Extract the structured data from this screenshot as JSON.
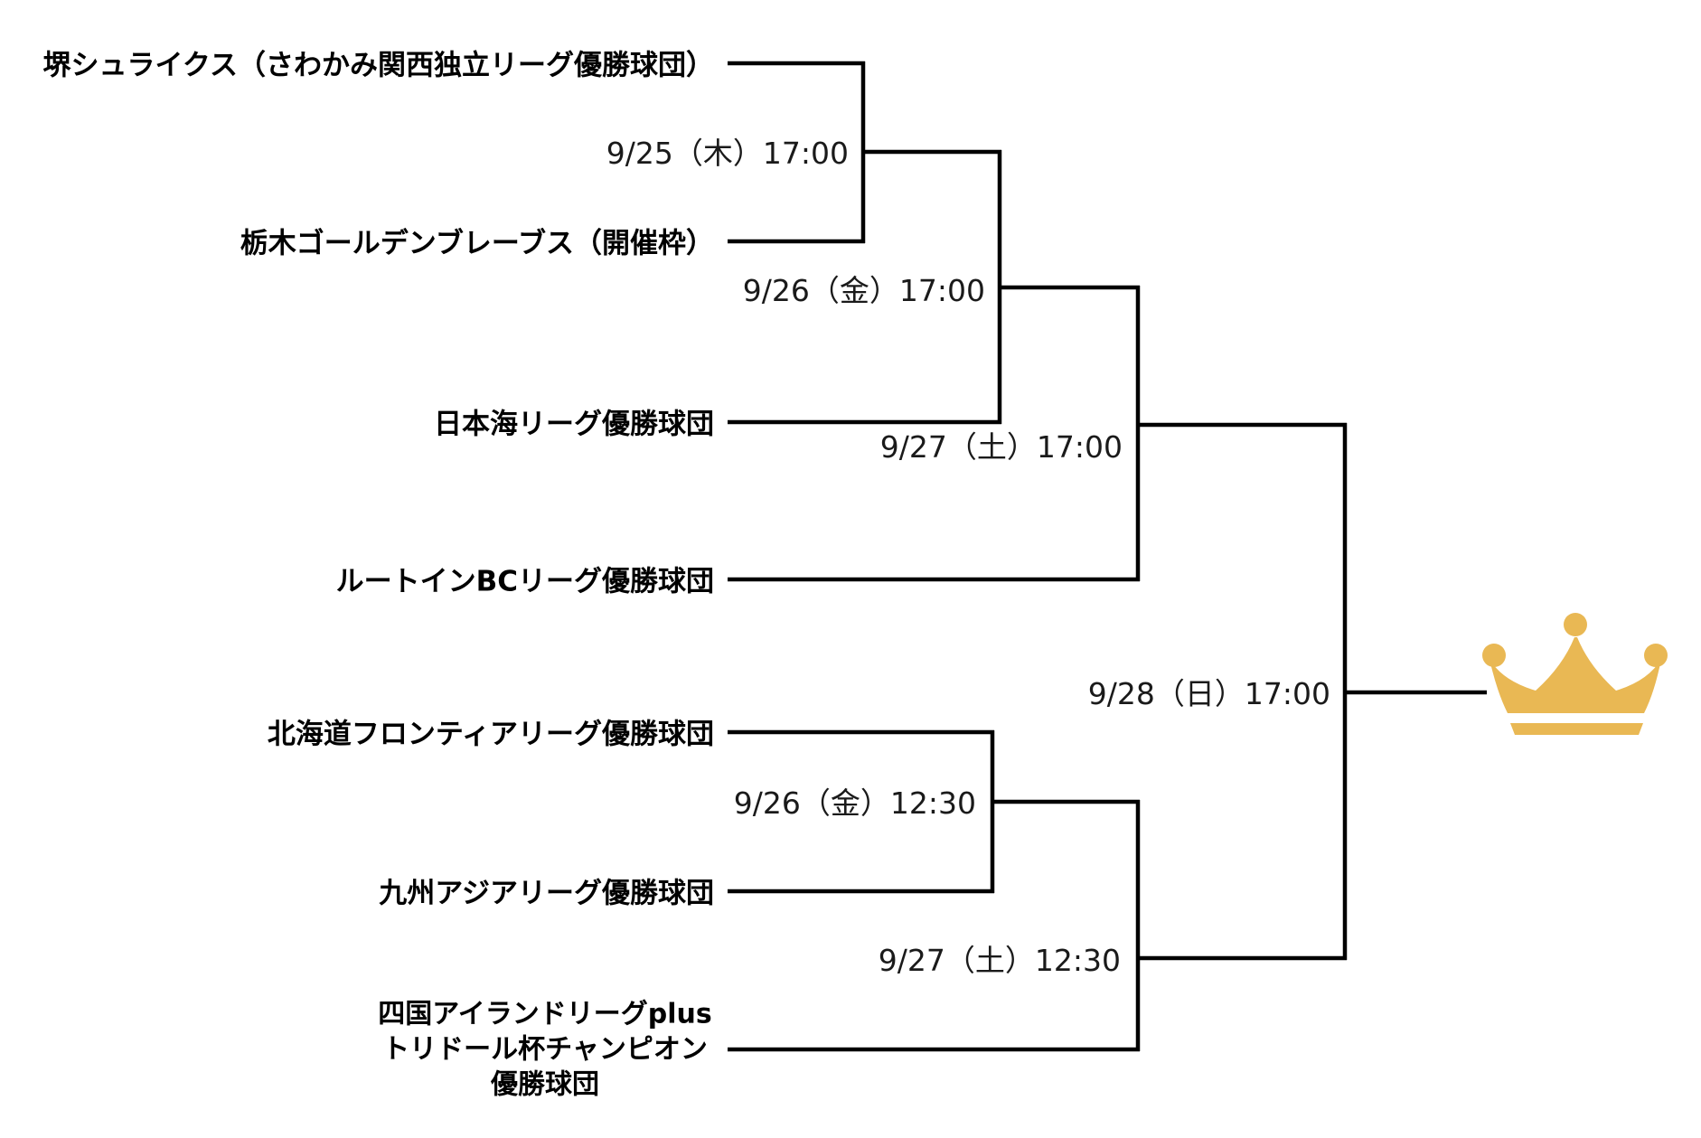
{
  "teams": [
    {
      "id": "t1",
      "label": "堺シュライクス（さわかみ関西独立リーグ優勝球団）"
    },
    {
      "id": "t2",
      "label": "栃木ゴールデンブレーブス（開催枠）"
    },
    {
      "id": "t3",
      "label": "日本海リーグ優勝球団"
    },
    {
      "id": "t4",
      "label": "ルートインBCリーグ優勝球団"
    },
    {
      "id": "t5",
      "label": "北海道フロンティアリーグ優勝球団"
    },
    {
      "id": "t6",
      "label": "九州アジアリーグ優勝球団"
    },
    {
      "id": "t7",
      "lines": [
        "四国アイランドリーグplus",
        "トリドール杯チャンピオン",
        "優勝球団"
      ]
    }
  ],
  "matches": [
    {
      "id": "match1",
      "label": "9/25（木）17:00",
      "between": [
        "堺シュライクス（さわかみ関西独立リーグ優勝球団）",
        "栃木ゴールデンブレーブス（開催枠）"
      ]
    },
    {
      "id": "match2",
      "label": "9/26（金）17:00",
      "between": [
        "winner of 9/25",
        "日本海リーグ優勝球団"
      ]
    },
    {
      "id": "match3",
      "label": "9/27（土）17:00",
      "between": [
        "winner of 9/26 17:00",
        "ルートインBCリーグ優勝球団"
      ]
    },
    {
      "id": "match4",
      "label": "9/26（金）12:30",
      "between": [
        "北海道フロンティアリーグ優勝球団",
        "九州アジアリーグ優勝球団"
      ]
    },
    {
      "id": "match5",
      "label": "9/27（土）12:30",
      "between": [
        "winner of 9/26 12:30",
        "四国アイランドリーグplus トリドール杯チャンピオン 優勝球団"
      ]
    },
    {
      "id": "final",
      "label": "9/28（日）17:00",
      "between": [
        "winner of 9/27 17:00",
        "winner of 9/27 12:30"
      ]
    }
  ],
  "champion_marker": {
    "icon": "crown-icon",
    "color": "#E9B854"
  },
  "style": {
    "line_color": "#000000",
    "background": "#FFFFFF"
  }
}
